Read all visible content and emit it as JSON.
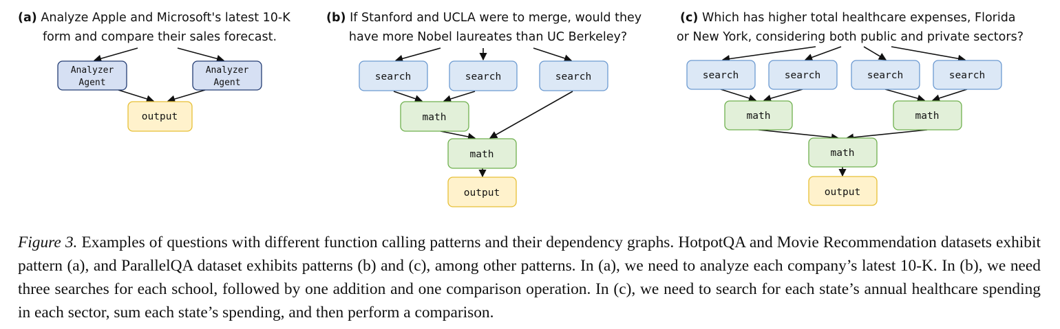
{
  "panels": {
    "a": {
      "label": "(a)",
      "question_line1": " Analyze Apple and Microsoft's latest 10-K",
      "question_line2": "form and compare their sales forecast.",
      "nodes": {
        "agent1_line1": "Analyzer",
        "agent1_line2": "Agent",
        "agent2_line1": "Analyzer",
        "agent2_line2": "Agent",
        "output": "output"
      }
    },
    "b": {
      "label": "(b)",
      "question_line1": " If Stanford and UCLA were to merge, would they",
      "question_line2": "have more Nobel laureates than UC Berkeley?",
      "nodes": {
        "search1": "search",
        "search2": "search",
        "search3": "search",
        "math1": "math",
        "math2": "math",
        "output": "output"
      }
    },
    "c": {
      "label": "(c)",
      "question_line1": " Which has higher total healthcare expenses, Florida",
      "question_line2": "or New York, considering both public and private sectors?",
      "nodes": {
        "search1": "search",
        "search2": "search",
        "search3": "search",
        "search4": "search",
        "math1": "math",
        "math2": "math",
        "math3": "math",
        "output": "output"
      }
    }
  },
  "colors": {
    "agent_fill": "#d6e0f3",
    "agent_border": "#243d73",
    "search_fill": "#dce8f6",
    "search_border": "#6c9ad1",
    "math_fill": "#e2f0d9",
    "math_border": "#6fb04e",
    "output_fill": "#fff2cc",
    "output_border": "#e6bf35"
  },
  "caption": {
    "figure_label": "Figure 3.",
    "text": " Examples of questions with different function calling patterns and their dependency graphs. HotpotQA and Movie Recommendation datasets exhibit pattern (a), and ParallelQA dataset exhibits patterns (b) and (c), among other patterns. In (a), we need to analyze each company’s latest 10-K. In (b), we need three searches for each school, followed by one addition and one comparison operation. In (c), we need to search for each state’s annual healthcare spending in each sector, sum each state’s spending, and then perform a comparison."
  }
}
